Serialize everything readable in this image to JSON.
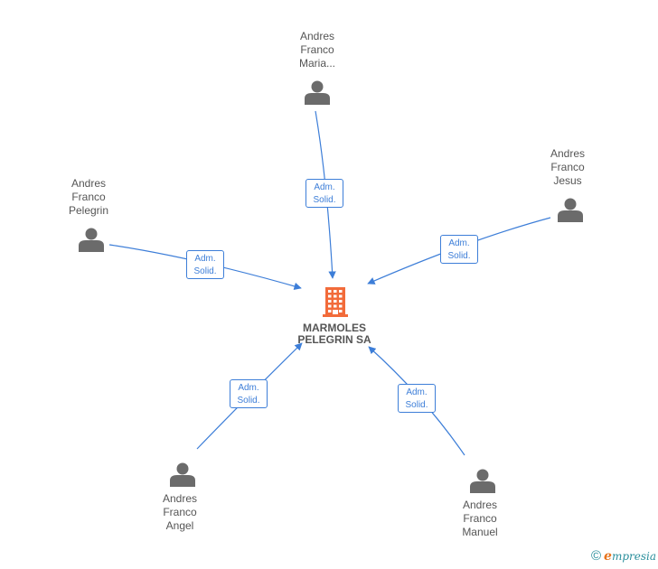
{
  "company": {
    "name": "MARMOLES\nPELEGRIN SA",
    "icon": "building-icon",
    "color": "#f26b3a"
  },
  "persons": [
    {
      "id": "maria",
      "name": "Andres\nFranco\nMaria..."
    },
    {
      "id": "jesus",
      "name": "Andres\nFranco\nJesus"
    },
    {
      "id": "pelegrin",
      "name": "Andres\nFranco\nPelegrin"
    },
    {
      "id": "angel",
      "name": "Andres\nFranco\nAngel"
    },
    {
      "id": "manuel",
      "name": "Andres\nFranco\nManuel"
    }
  ],
  "relations": [
    {
      "from": "maria",
      "label": "Adm.\nSolid."
    },
    {
      "from": "jesus",
      "label": "Adm.\nSolid."
    },
    {
      "from": "pelegrin",
      "label": "Adm.\nSolid."
    },
    {
      "from": "angel",
      "label": "Adm.\nSolid."
    },
    {
      "from": "manuel",
      "label": "Adm.\nSolid."
    }
  ],
  "colors": {
    "edge": "#3d7ed8",
    "person_icon": "#6b6b6b",
    "text": "#555555"
  },
  "footer": {
    "copyright_symbol": "©",
    "brand_initial": "e",
    "brand_rest": "mpresia"
  }
}
